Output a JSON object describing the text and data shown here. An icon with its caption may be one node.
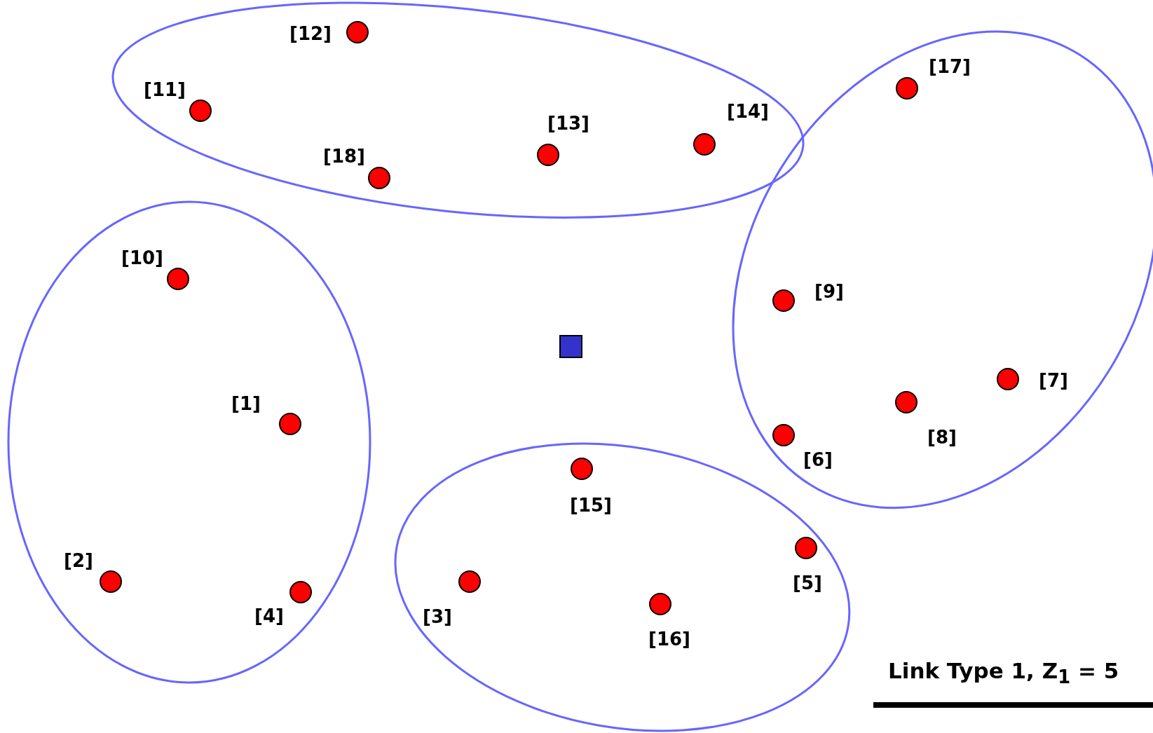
{
  "diagram": {
    "nodes": [
      {
        "text": [],
        "shape": "ellipse"
      },
      {
        "text": [],
        "shape": "circle",
        "beside": [
          "[12]"
        ],
        "in": 0
      },
      {
        "text": [],
        "shape": "circle",
        "beside": [
          "[11]"
        ],
        "in": 0
      },
      {
        "text": [],
        "shape": "circle",
        "beside": [
          "[13]"
        ],
        "in": 0
      },
      {
        "text": [],
        "shape": "circle",
        "beside": [
          "[14]"
        ],
        "in": 0
      },
      {
        "text": [],
        "shape": "circle",
        "beside": [
          "[18]"
        ],
        "in": 0
      },
      {
        "text": [],
        "shape": "ellipse"
      },
      {
        "text": [],
        "shape": "circle",
        "beside": [
          "[17]"
        ],
        "in": 6
      },
      {
        "text": [],
        "shape": "circle",
        "beside": [
          "[9]"
        ],
        "in": 6
      },
      {
        "text": [],
        "shape": "circle",
        "beside": [
          "[7]"
        ],
        "in": 6
      },
      {
        "text": [],
        "shape": "circle",
        "beside": [
          "[8]"
        ],
        "in": 6
      },
      {
        "text": [],
        "shape": "circle",
        "beside": [
          "[6]"
        ],
        "in": 6
      },
      {
        "text": [],
        "shape": "ellipse"
      },
      {
        "text": [],
        "shape": "circle",
        "beside": [
          "[10]"
        ],
        "in": 12
      },
      {
        "text": [],
        "shape": "circle",
        "beside": [
          "[1]"
        ],
        "in": 12
      },
      {
        "text": [],
        "shape": "circle",
        "beside": [
          "[2]"
        ],
        "in": 12
      },
      {
        "text": [],
        "shape": "circle",
        "beside": [
          "[4]"
        ],
        "in": 12
      },
      {
        "text": [],
        "shape": "box"
      },
      {
        "text": [],
        "shape": "ellipse"
      },
      {
        "text": [],
        "shape": "circle",
        "beside": [
          "[15]"
        ],
        "in": 18
      },
      {
        "text": [],
        "shape": "circle",
        "beside": [
          "[5]"
        ],
        "in": 18
      },
      {
        "text": [],
        "shape": "circle",
        "beside": [
          "[3]"
        ],
        "in": 18
      },
      {
        "text": [],
        "shape": "circle",
        "beside": [
          "[16]"
        ],
        "in": 18
      }
    ],
    "edges": [],
    "legend": [
      {
        "text": "Link Type 1, Z$_{1}$ = 5"
      }
    ]
  }
}
